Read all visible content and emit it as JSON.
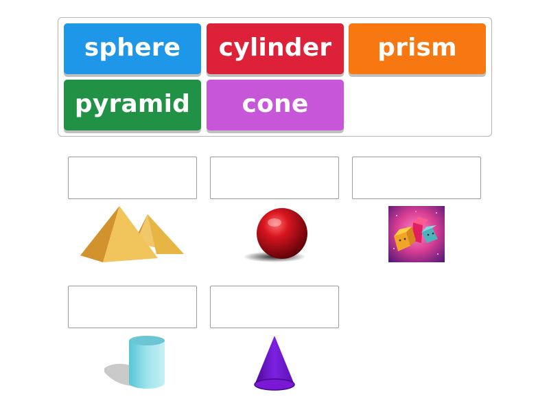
{
  "word_bank": {
    "tiles": [
      {
        "label": "sphere",
        "color": "#1e97e8"
      },
      {
        "label": "cylinder",
        "color": "#dc2138"
      },
      {
        "label": "prism",
        "color": "#f77810"
      },
      {
        "label": "pyramid",
        "color": "#219145"
      },
      {
        "label": "cone",
        "color": "#c756d9"
      }
    ]
  },
  "shape_colors": {
    "pyramid": "#e9b33a",
    "sphere": "#c3121b",
    "prism_bg": "#d83e93",
    "cylinder": "#6fd2e0",
    "cone": "#6c14c8"
  }
}
